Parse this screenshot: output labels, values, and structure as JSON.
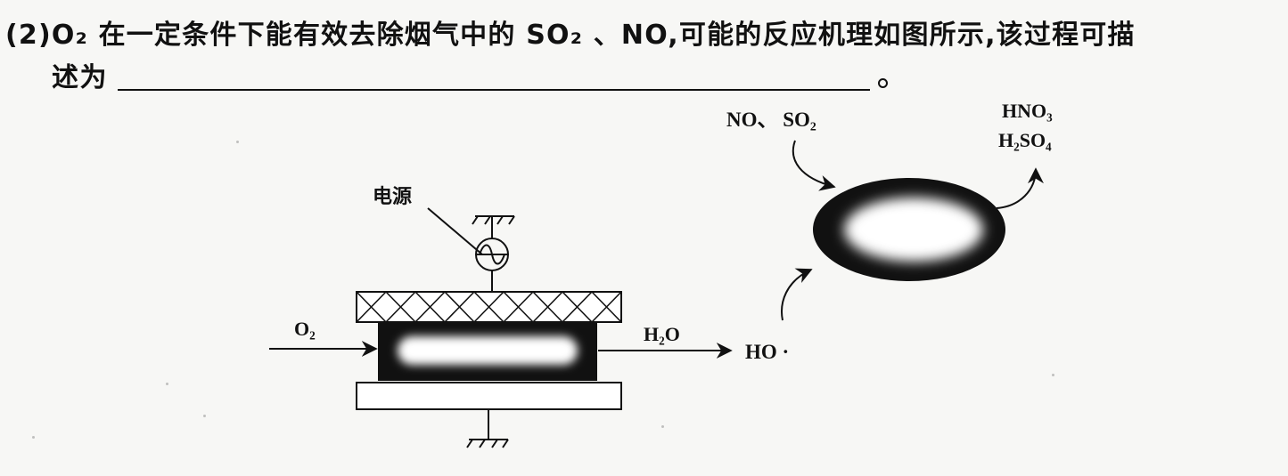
{
  "question": {
    "line1": "(2)O₂ 在一定条件下能有效去除烟气中的 SO₂ 、NO,可能的反应机理如图所示,该过程可描",
    "line2": "述为"
  },
  "diagram": {
    "power_label": "电源",
    "input_gas": "O₂",
    "output_product": "H₂O",
    "radical": "HO ·",
    "reactants": "NO、 SO₂",
    "products_line1": "HNO₃",
    "products_line2": "H₂SO₄"
  }
}
